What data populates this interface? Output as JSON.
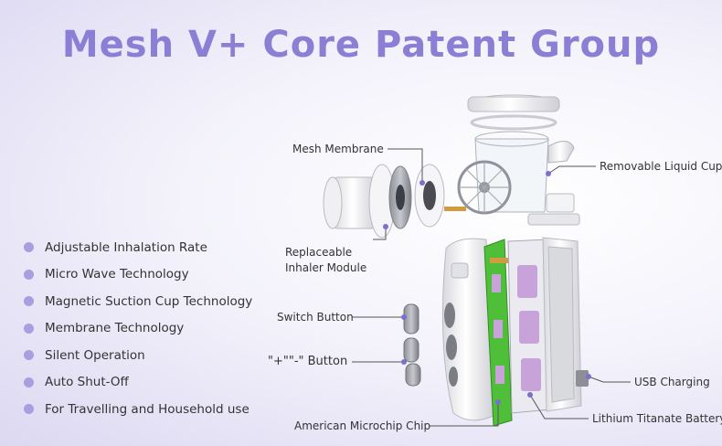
{
  "title": "Mesh V+ Core Patent Group",
  "features": [
    "Adjustable Inhalation Rate",
    "Micro Wave Technology",
    "Magnetic Suction Cup Technology",
    "Membrane Technology",
    "Silent Operation",
    "Auto Shut-Off",
    "For Travelling and Household use"
  ],
  "callouts": {
    "mesh_membrane": "Mesh Membrane",
    "removable_liquid_cup": "Removable Liquid Cup",
    "replaceable_1": "Replaceable",
    "replaceable_2": "Inhaler Module",
    "switch_button": "Switch Button",
    "plus_minus_button": "\"+\"\"-\" Button",
    "usb_charging": "USB Charging",
    "lithium_battery": "Lithium Titanate Battery",
    "microchip": "American Microchip Chip"
  },
  "colors": {
    "title": "#8a7fd4",
    "bullet": "#a79fe0",
    "callout_dot": "#7b6fd0",
    "pcb": "#4fbf3a",
    "battery": "#c7a3d9"
  }
}
